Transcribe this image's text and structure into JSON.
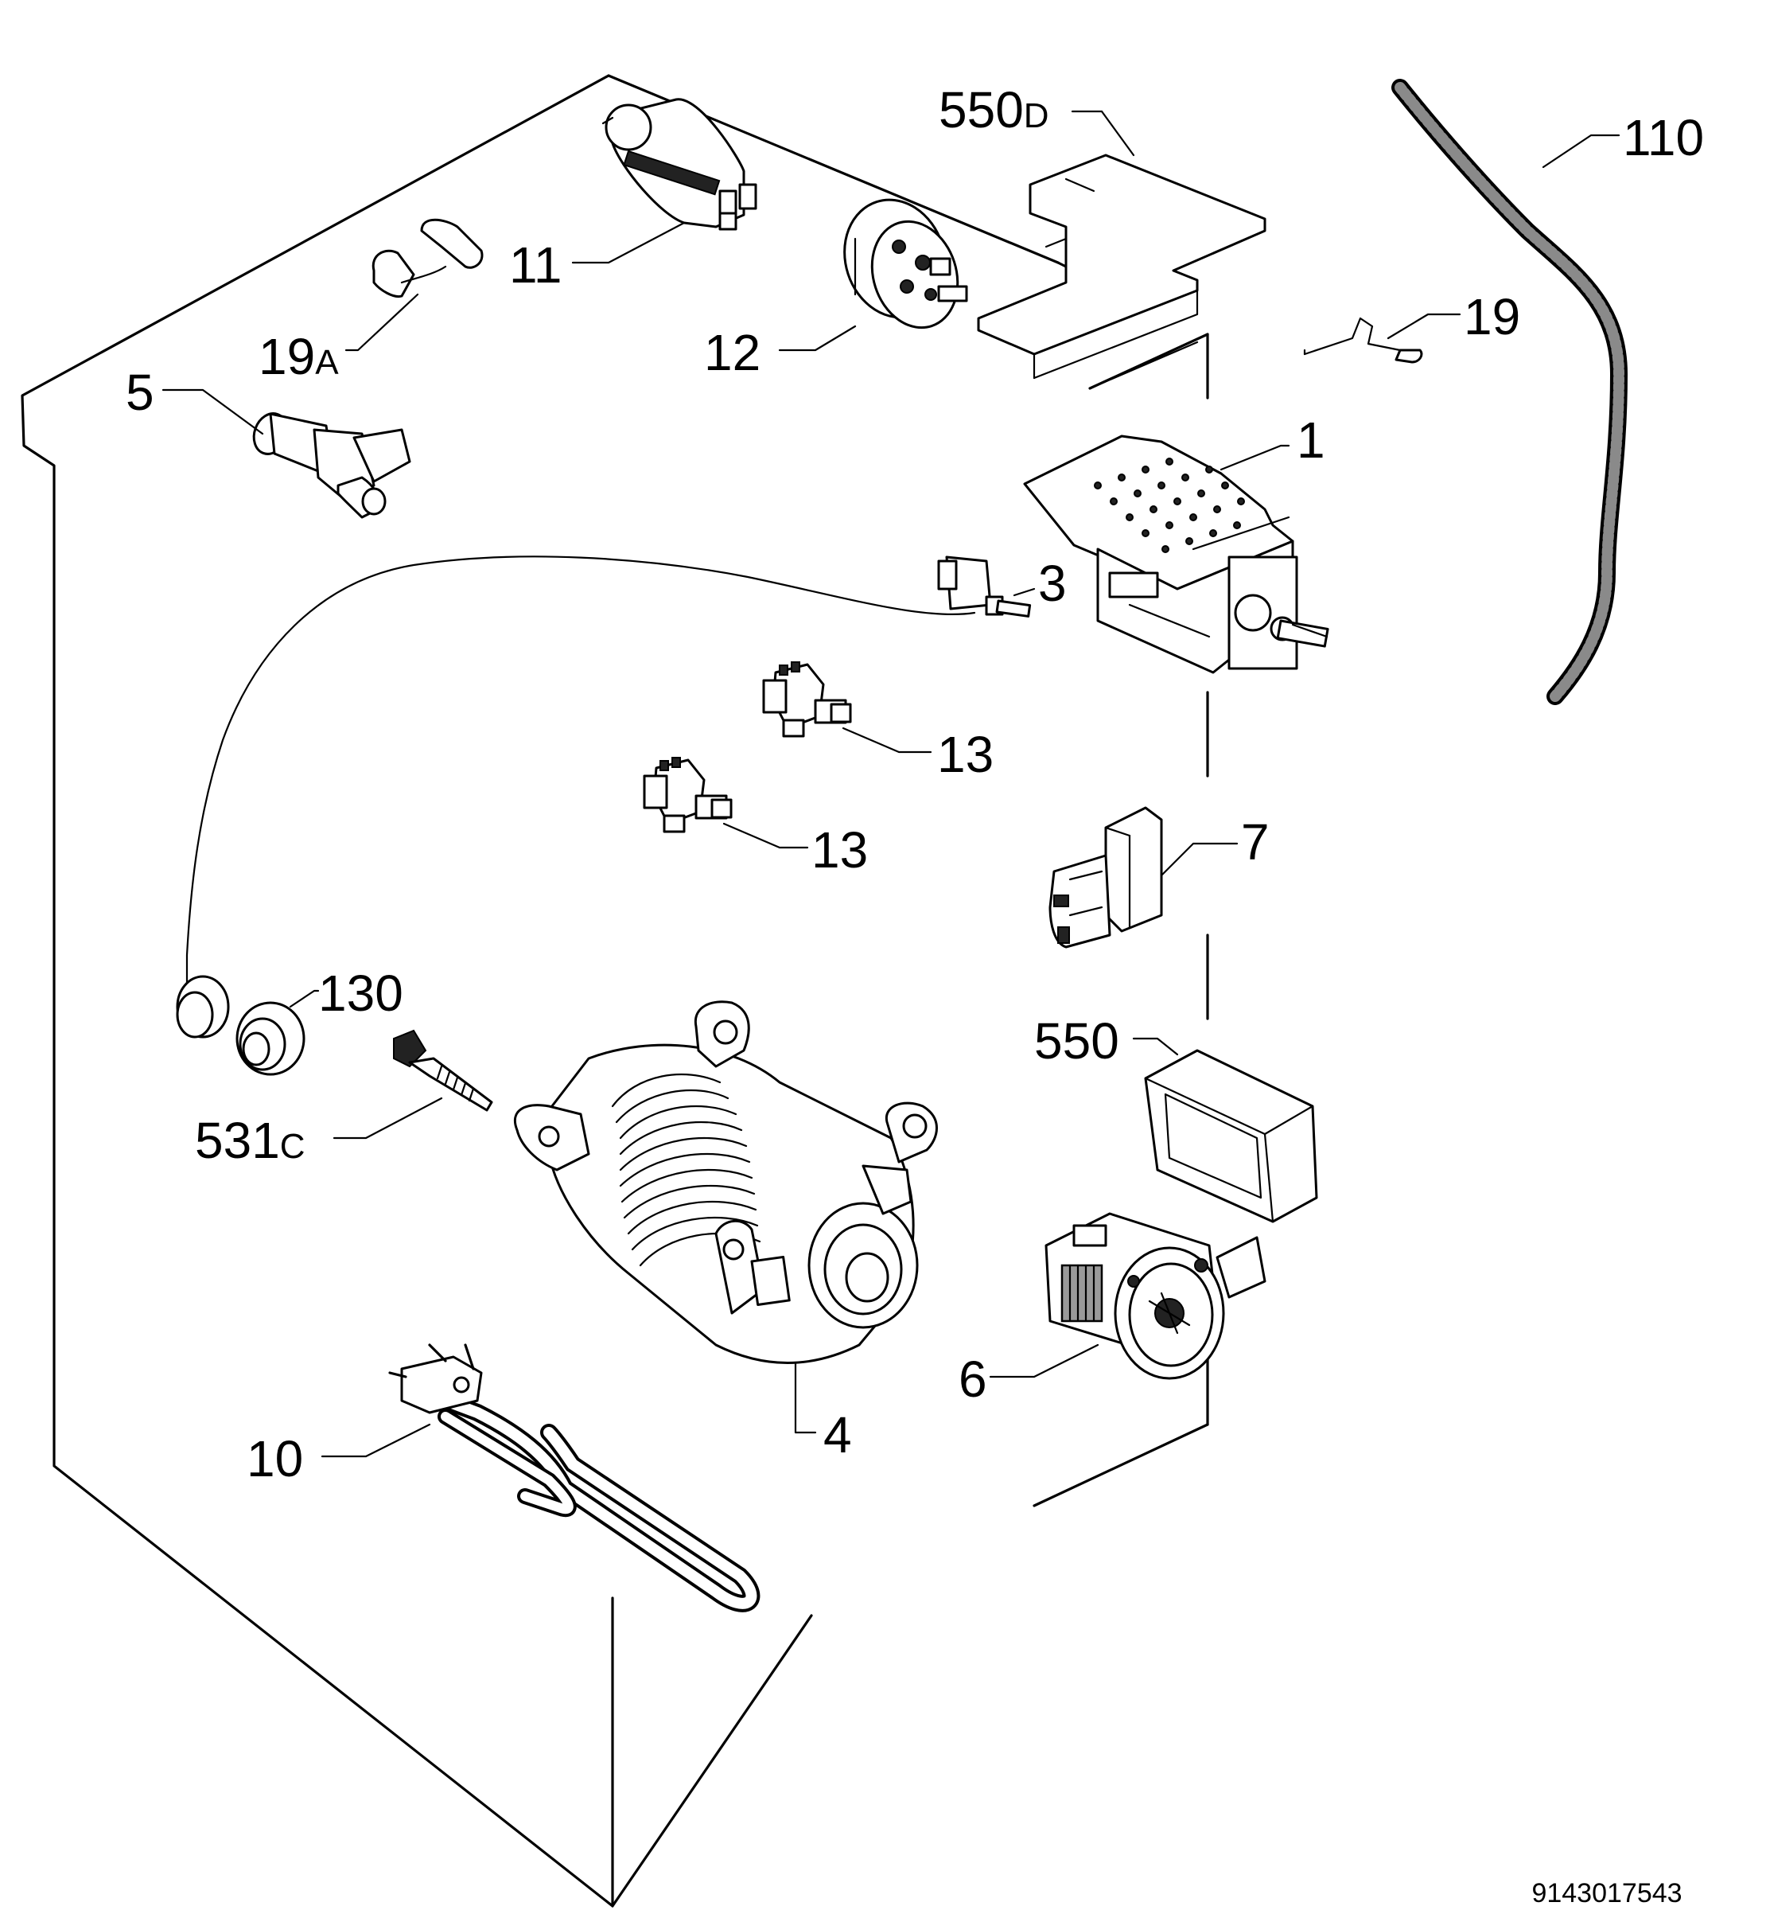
{
  "callouts": {
    "p550d_num": "550",
    "p550d_suffix": "D",
    "p110": "110",
    "p11": "11",
    "p19a_num": "19",
    "p19a_suffix": "A",
    "p12": "12",
    "p19": "19",
    "p5": "5",
    "p1": "1",
    "p3": "3",
    "p13_upper": "13",
    "p13_lower": "13",
    "p7": "7",
    "p130": "130",
    "p550": "550",
    "p531c_num": "531",
    "p531c_suffix": "C",
    "p6": "6",
    "p4": "4",
    "p10": "10"
  },
  "document_number": "9143017543"
}
